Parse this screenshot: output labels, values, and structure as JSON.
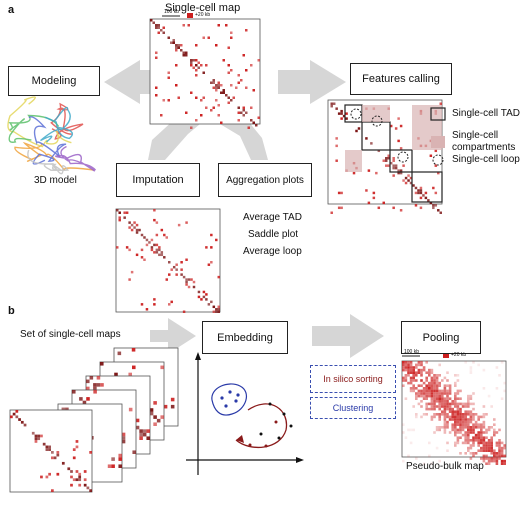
{
  "panels": {
    "a": "a",
    "b": "b"
  },
  "top_map": {
    "title": "Single-cell map",
    "scale_bar": "100 kb",
    "legend": "+20 kb"
  },
  "boxes": {
    "modeling": "Modeling",
    "features_calling": "Features calling",
    "imputation": "Imputation",
    "aggregation": "Aggregation plots",
    "embedding": "Embedding",
    "pooling": "Pooling"
  },
  "labels": {
    "model_3d": "3D model",
    "aggregation_items": [
      "Average TAD",
      "Saddle plot",
      "Average loop"
    ],
    "set_of_maps": "Set of single-cell maps",
    "in_silico_sorting": "In silico sorting",
    "clustering": "Clustering",
    "pseudo_bulk": "Pseudo-bulk map",
    "bulk_scale_bar": "100 kb",
    "bulk_legend": "+20 kb"
  },
  "legend": [
    {
      "label": "Single-cell TADs",
      "icon": "square-outline-icon"
    },
    {
      "label": "Single-cell\ncompartments",
      "icon": "filled-square-icon"
    },
    {
      "label": "Single-cell loops",
      "icon": "dashed-circle-icon"
    }
  ],
  "colors": {
    "contact": "#cc1f1f",
    "arrow": "#d6d6d6",
    "compartment": "#d9b3b3",
    "loop_outline": "#222222",
    "cluster": "#2a3aa8",
    "sorting": "#8a1a1a"
  }
}
